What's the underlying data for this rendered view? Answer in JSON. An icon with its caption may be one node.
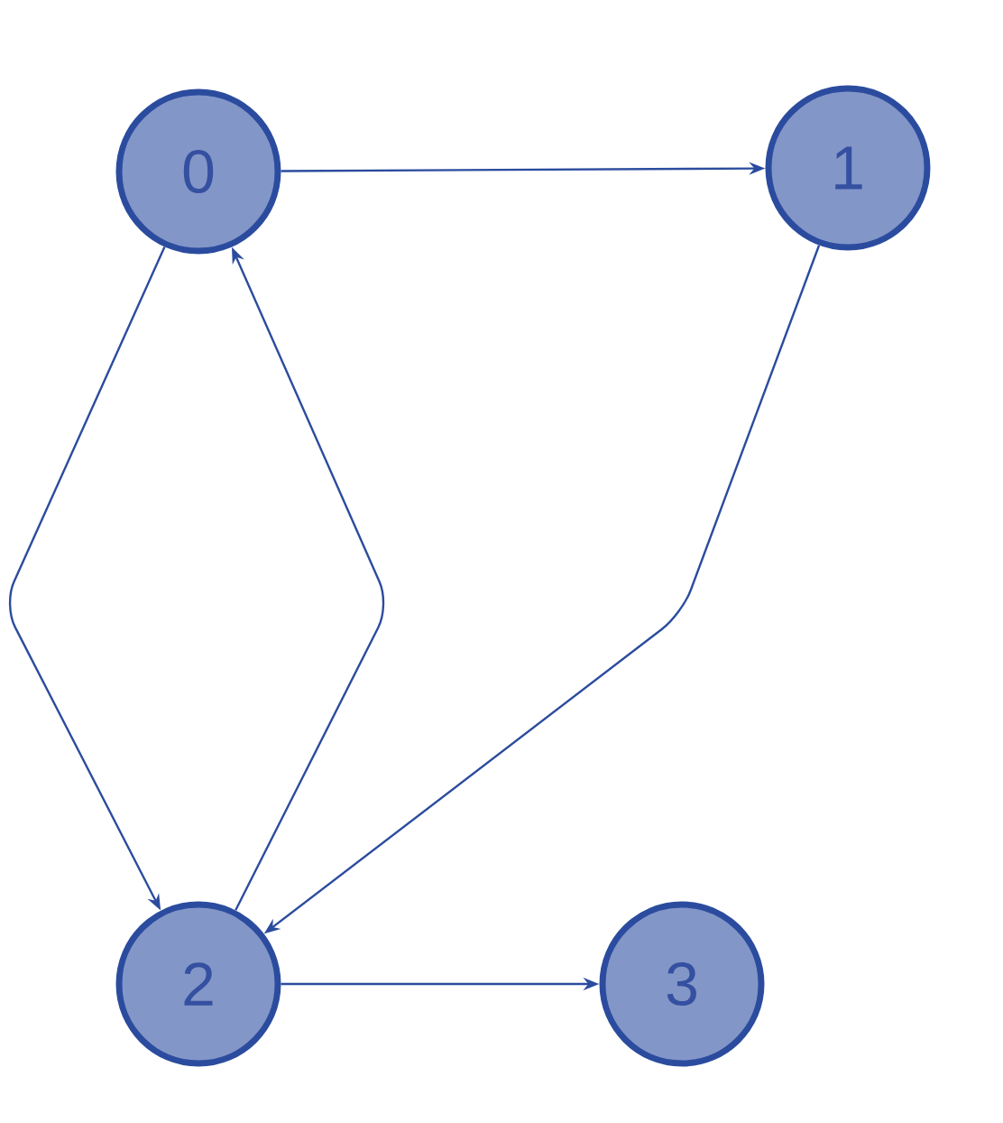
{
  "diagram": {
    "nodes": [
      {
        "text": [
          "0"
        ]
      },
      {
        "text": [
          "1"
        ]
      },
      {
        "text": [
          "2"
        ]
      },
      {
        "text": [
          "3"
        ]
      }
    ],
    "edges": [
      {
        "from": 0,
        "to": 1,
        "arrow": "to"
      },
      {
        "from": 0,
        "to": 2,
        "arrow": "to"
      },
      {
        "from": 2,
        "to": 0,
        "arrow": "to"
      },
      {
        "from": 1,
        "to": 2,
        "arrow": "to"
      },
      {
        "from": 2,
        "to": 3,
        "arrow": "to"
      }
    ]
  }
}
